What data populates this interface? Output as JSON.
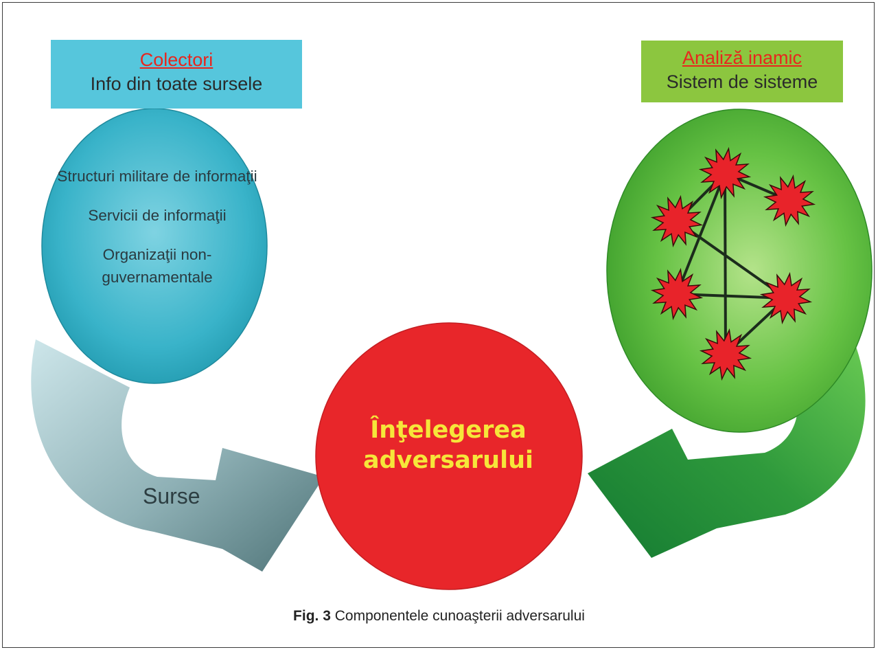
{
  "collectors": {
    "title": "Colectori",
    "subtitle": "Info din toate sursele"
  },
  "analysis": {
    "title": "Analiză inamic",
    "subtitle": "Sistem de sisteme"
  },
  "left_items": [
    "Structuri militare de informaţii",
    "Servicii de informaţii",
    "Organizaţii non-guvernamentale"
  ],
  "center": {
    "line1": "Înţelegerea",
    "line2": "adversarului"
  },
  "sources_label": "Surse",
  "caption": {
    "fig": "Fig. 3",
    "text": "Componentele cunoaşterii adversarului"
  },
  "colors": {
    "collectors_box": "#56c6dc",
    "analysis_box": "#8cc63f",
    "center_circle": "#e8262a",
    "node_star": "#e8232a",
    "center_text": "#f6e63a",
    "title_red": "#e8261e"
  }
}
